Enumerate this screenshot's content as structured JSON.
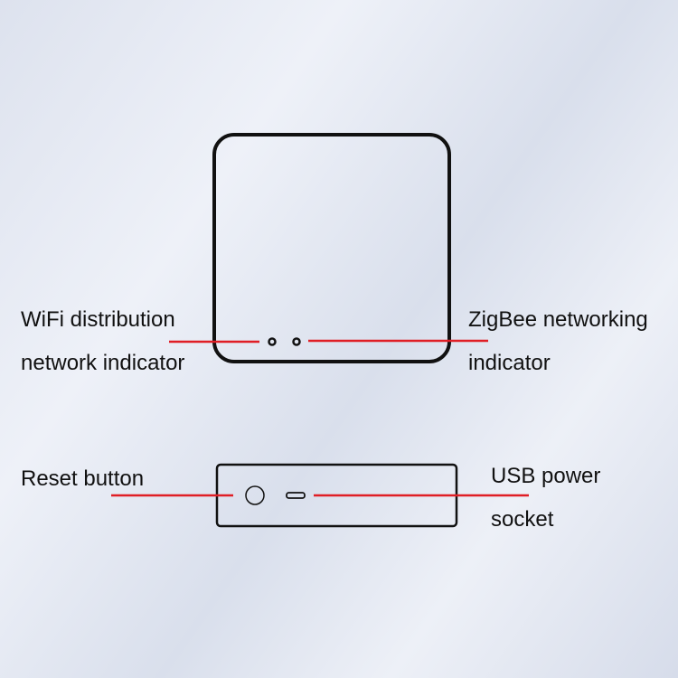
{
  "labels": {
    "wifi": [
      "WiFi distribution",
      "network indicator"
    ],
    "zigbee": [
      "ZigBee networking",
      "indicator"
    ],
    "reset": [
      "Reset button"
    ],
    "usb": [
      "USB power",
      "socket"
    ]
  },
  "colors": {
    "line": "#e01e25",
    "outline": "#111111"
  }
}
